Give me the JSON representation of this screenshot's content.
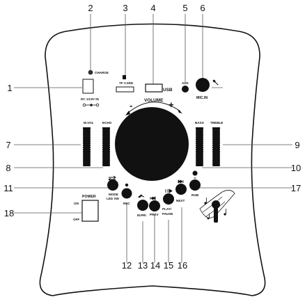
{
  "numbers": {
    "n1": "1",
    "n2": "2",
    "n3": "3",
    "n4": "4",
    "n5": "5",
    "n6": "6",
    "n7": "7",
    "n8": "8",
    "n9": "9",
    "n10": "10",
    "n11": "11",
    "n12": "12",
    "n13": "13",
    "n14": "14",
    "n15": "15",
    "n16": "16",
    "n17": "17",
    "n18": "18"
  },
  "labels": {
    "charge": "CHARGE",
    "dc_in": "DC 13.5V IN",
    "tf_card": "TF CARD",
    "usb": "USB",
    "aux": "AUX",
    "mic_in": "MIC.IN",
    "volume": "VOLUME",
    "minus": "-",
    "plus": "+",
    "m_vol": "M.VOL",
    "echo": "ECHO",
    "bass": "BASS",
    "treble": "TREBLE",
    "mode": "MODE",
    "led_sw": "LED SW",
    "rec": "REC",
    "m_pri": "M.PRI",
    "prev": "PREV",
    "play": "PLAY/",
    "pause": "PAUSE",
    "next": "NEXT",
    "rgb": "RGB",
    "power": "POWER",
    "on": "ON",
    "off": "OFF"
  }
}
